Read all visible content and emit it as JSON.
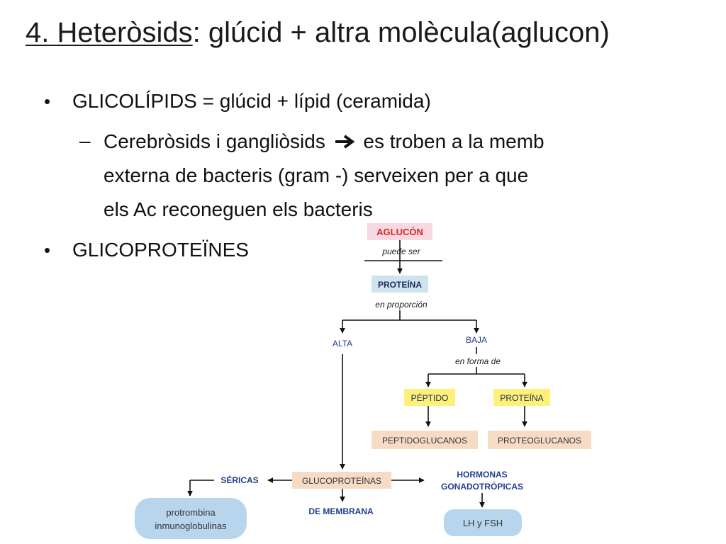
{
  "title": {
    "underlined": "4. Heteròsids",
    "rest": ": glúcid + altra molècula(aglucon)"
  },
  "bullets": [
    {
      "marker": "•",
      "text": "GLICOLÍPIDS = glúcid + lípid (ceramida)"
    },
    {
      "marker": "•",
      "text": "GLICOPROTEÏNES"
    }
  ],
  "sub_bullet": {
    "marker": "–",
    "before_arrow": "Cerebròsids i gangliòsids",
    "arrow_icon": "right-arrow-icon",
    "after_arrow": "es troben a la memb",
    "line2": "externa de bacteris (gram -) serveixen per a que",
    "line3": "els Ac reconeguen els bacteris"
  },
  "diagram": {
    "aglucon": "AGLUCÓN",
    "puede_ser": "puede ser",
    "proteina_top": "PROTEÍNA",
    "en_proporcion": "en proporción",
    "alta": "ALTA",
    "baja": "BAJA",
    "en_forma_de": "en forma de",
    "peptido": "PÉPTIDO",
    "proteina_right": "PROTEÍNA",
    "peptidoglucanos": "PEPTIDOGLUCANOS",
    "proteoglucanos": "PROTEOGLUCANOS",
    "glucoproteinas": "GLUCOPROTEÍNAS",
    "sericas": "SÉRICAS",
    "de_membrana": "DE MEMBRANA",
    "hormonas_1": "HORMONAS",
    "hormonas_2": "GONADOTRÓPICAS",
    "protrombina_1": "protrombina",
    "protrombina_2": "inmunoglobulinas",
    "lh_fsh": "LH y FSH"
  },
  "colors": {
    "aglucon_text": "#d9261c",
    "pink_box": "#f7d9e4",
    "blue_box": "#cfe3ef",
    "yellow_box": "#fff07a",
    "peach_box": "#f7dcc5",
    "label_blue": "#1f3f8c",
    "pill_blue": "#b7d6ee"
  }
}
